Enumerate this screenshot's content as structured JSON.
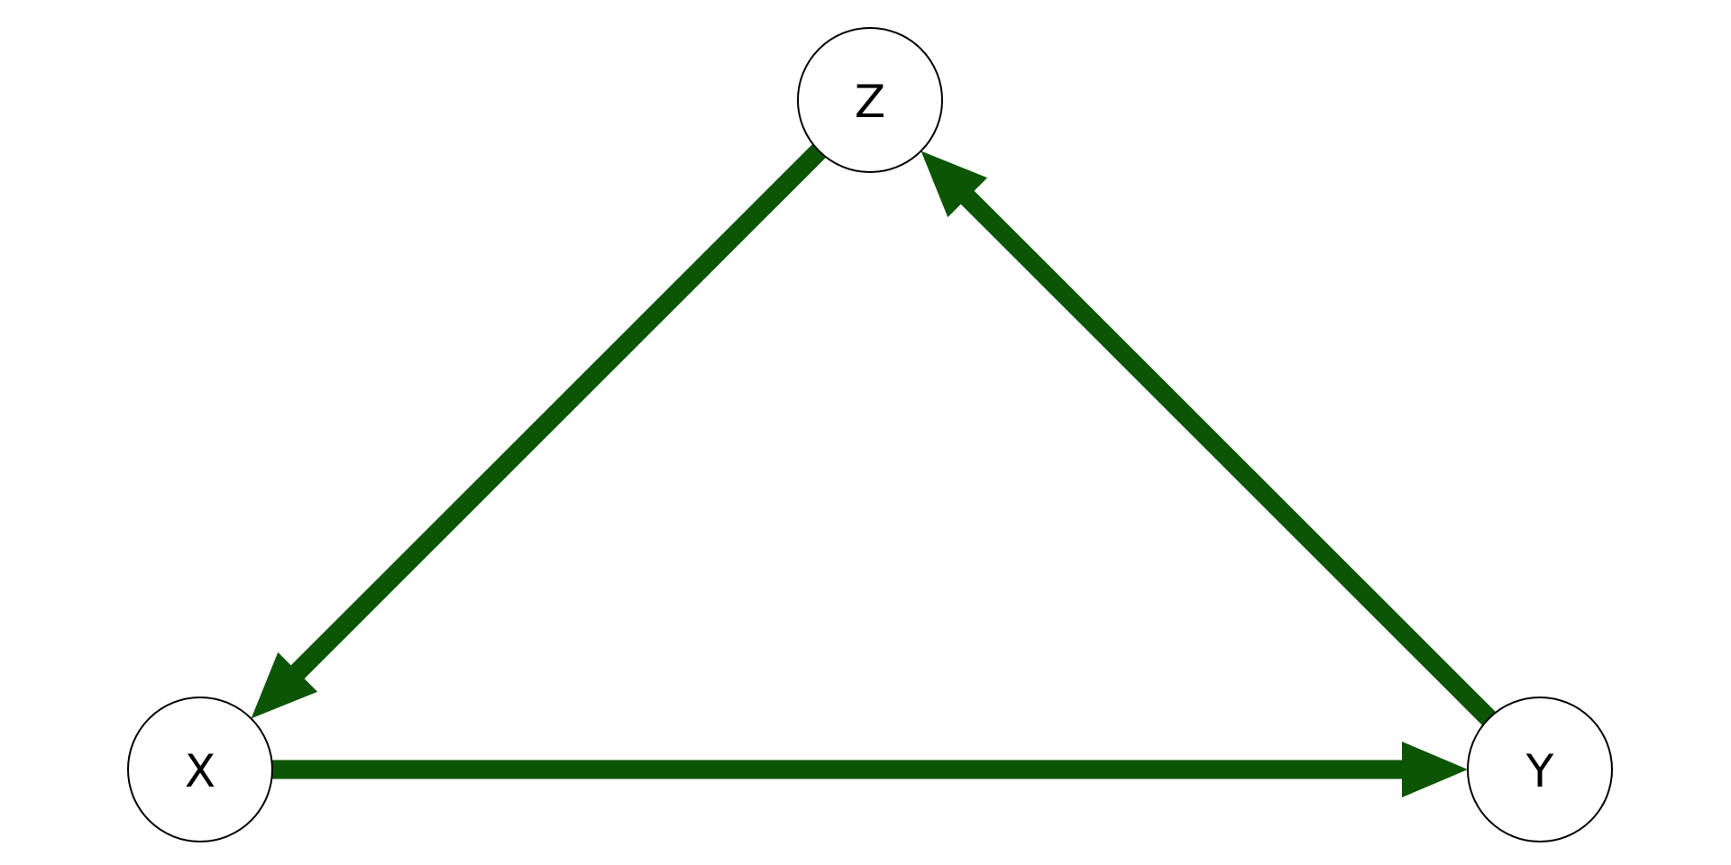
{
  "diagram": {
    "edge_color": "#0b5504",
    "nodes": [
      {
        "id": "Z",
        "label": "Z"
      },
      {
        "id": "X",
        "label": "X"
      },
      {
        "id": "Y",
        "label": "Y"
      }
    ],
    "edges": [
      {
        "from": "X",
        "to": "Y"
      },
      {
        "from": "Y",
        "to": "Z"
      },
      {
        "from": "Z",
        "to": "X"
      }
    ]
  }
}
